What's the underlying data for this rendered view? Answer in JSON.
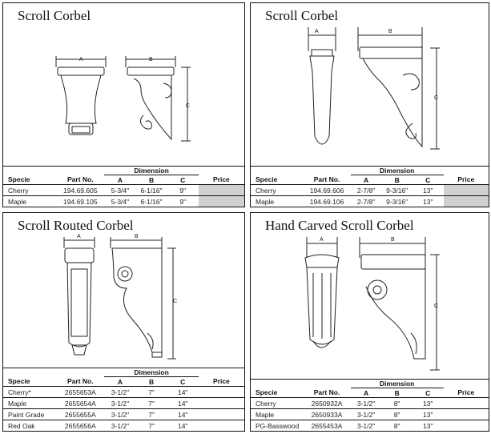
{
  "panels": [
    {
      "title": "Scroll Corbel",
      "labels": [
        "A",
        "B",
        "C"
      ],
      "headers": {
        "dimension": "Dimension",
        "specie": "Specie",
        "part": "Part No.",
        "a": "A",
        "b": "B",
        "c": "C",
        "price": "Price"
      },
      "rows": [
        [
          "Cherry",
          "194.69.605",
          "5-3/4\"",
          "6-1/16\"",
          "9\""
        ],
        [
          "Maple",
          "194.69.105",
          "5-3/4\"",
          "6-1/16\"",
          "9\""
        ]
      ]
    },
    {
      "title": "Scroll Corbel",
      "labels": [
        "A",
        "B",
        "C"
      ],
      "headers": {
        "dimension": "Dimension",
        "specie": "Specie",
        "part": "Part No.",
        "a": "A",
        "b": "B",
        "c": "C",
        "price": "Price"
      },
      "rows": [
        [
          "Cherry",
          "194.69.606",
          "2-7/8\"",
          "9-3/16\"",
          "13\""
        ],
        [
          "Maple",
          "194.69.106",
          "2-7/8\"",
          "9-3/16\"",
          "13\""
        ]
      ]
    },
    {
      "title": "Scroll Routed Corbel",
      "labels": [
        "A",
        "B",
        "C"
      ],
      "headers": {
        "dimension": "Dimension",
        "specie": "Specie",
        "part": "Part No.",
        "a": "A",
        "b": "B",
        "c": "C",
        "price": "Price"
      },
      "rows": [
        [
          "Cherry*",
          "2655653A",
          "3-1/2\"",
          "7\"",
          "14\""
        ],
        [
          "Maple",
          "2655654A",
          "3-1/2\"",
          "7\"",
          "14\""
        ],
        [
          "Paint Grade",
          "2655655A",
          "3-1/2\"",
          "7\"",
          "14\""
        ],
        [
          "Red Oak",
          "2655656A",
          "3-1/2\"",
          "7\"",
          "14\""
        ]
      ]
    },
    {
      "title": "Hand Carved Scroll Corbel",
      "labels": [
        "A",
        "B",
        "C"
      ],
      "headers": {
        "dimension": "Dimension",
        "specie": "Specie",
        "part": "Part No.",
        "a": "A",
        "b": "B",
        "c": "C",
        "price": "Price"
      },
      "rows": [
        [
          "Cherry",
          "2650932A",
          "3-1/2\"",
          "8\"",
          "13\""
        ],
        [
          "Maple",
          "2650933A",
          "3-1/2\"",
          "8\"",
          "13\""
        ],
        [
          "PG-Basswood",
          "2655453A",
          "3-1/2\"",
          "8\"",
          "13\""
        ]
      ]
    }
  ]
}
